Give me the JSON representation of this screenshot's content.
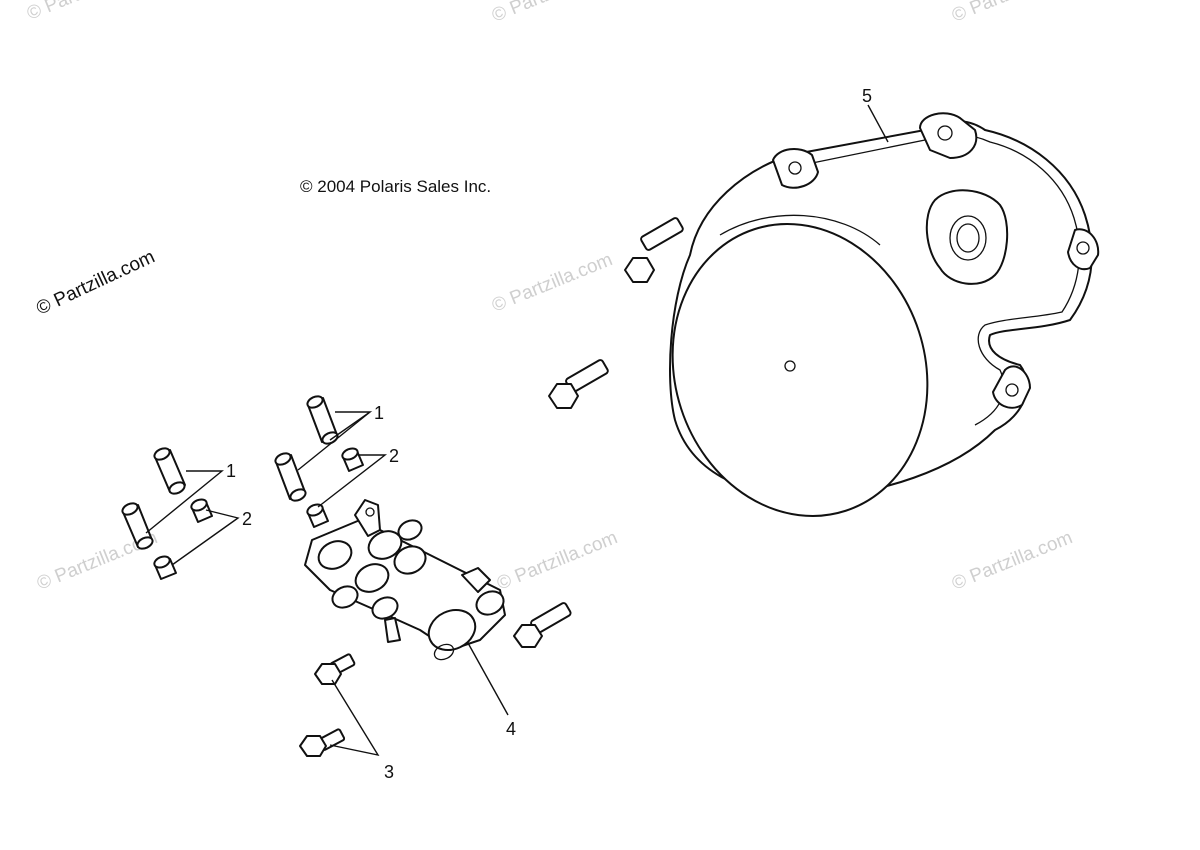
{
  "copyright": "© 2004 Polaris Sales Inc.",
  "watermark_main": "© Partzilla.com",
  "watermark_faint": "© Partzilla.com",
  "callouts": {
    "c1a": "1",
    "c1b": "1",
    "c2a": "2",
    "c2b": "2",
    "c3": "3",
    "c4": "4",
    "c5": "5"
  }
}
